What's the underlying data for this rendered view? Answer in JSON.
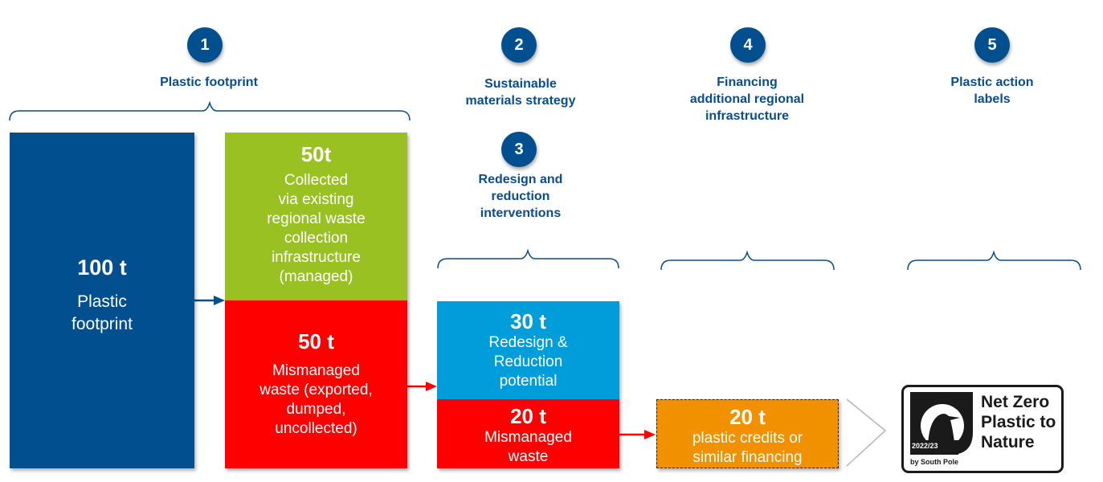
{
  "colors": {
    "navy": "#024f8f",
    "green": "#98c121",
    "red": "#ff0000",
    "sky": "#009ddb",
    "orange": "#f29100",
    "title_text": "#0a4d8c"
  },
  "steps": [
    {
      "number": "1",
      "title": "Plastic footprint"
    },
    {
      "number": "2",
      "title_lines": [
        "Sustainable",
        "materials strategy"
      ]
    },
    {
      "number": "3",
      "title_lines": [
        "Redesign and",
        "reduction",
        "interventions"
      ]
    },
    {
      "number": "4",
      "title_lines": [
        "Financing",
        "additional regional",
        "infrastructure"
      ]
    },
    {
      "number": "5",
      "title_lines": [
        "Plastic action",
        "labels"
      ]
    }
  ],
  "boxes": {
    "footprint": {
      "value": "100 t",
      "lines": [
        "Plastic",
        "footprint"
      ]
    },
    "collected": {
      "value": "50t",
      "lines": [
        "Collected",
        "via existing",
        "regional waste",
        "collection",
        "infrastructure",
        "(managed)"
      ]
    },
    "mismanaged": {
      "value": "50 t",
      "lines": [
        "Mismanaged",
        "waste (exported,",
        "dumped,",
        "uncollected)"
      ]
    },
    "redesign": {
      "value": "30 t",
      "lines": [
        "Redesign &",
        "Reduction",
        "potential"
      ]
    },
    "mismanaged_remaining": {
      "value": "20 t",
      "lines": [
        "Mismanaged",
        "waste"
      ]
    },
    "credits": {
      "value": "20 t",
      "lines": [
        "plastic credits or",
        "similar financing"
      ]
    }
  },
  "label": {
    "lines": [
      "Net Zero",
      "Plastic to",
      "Nature"
    ],
    "year": "2022/23",
    "issuer": "by South Pole",
    "icon": "penguin-icon"
  }
}
